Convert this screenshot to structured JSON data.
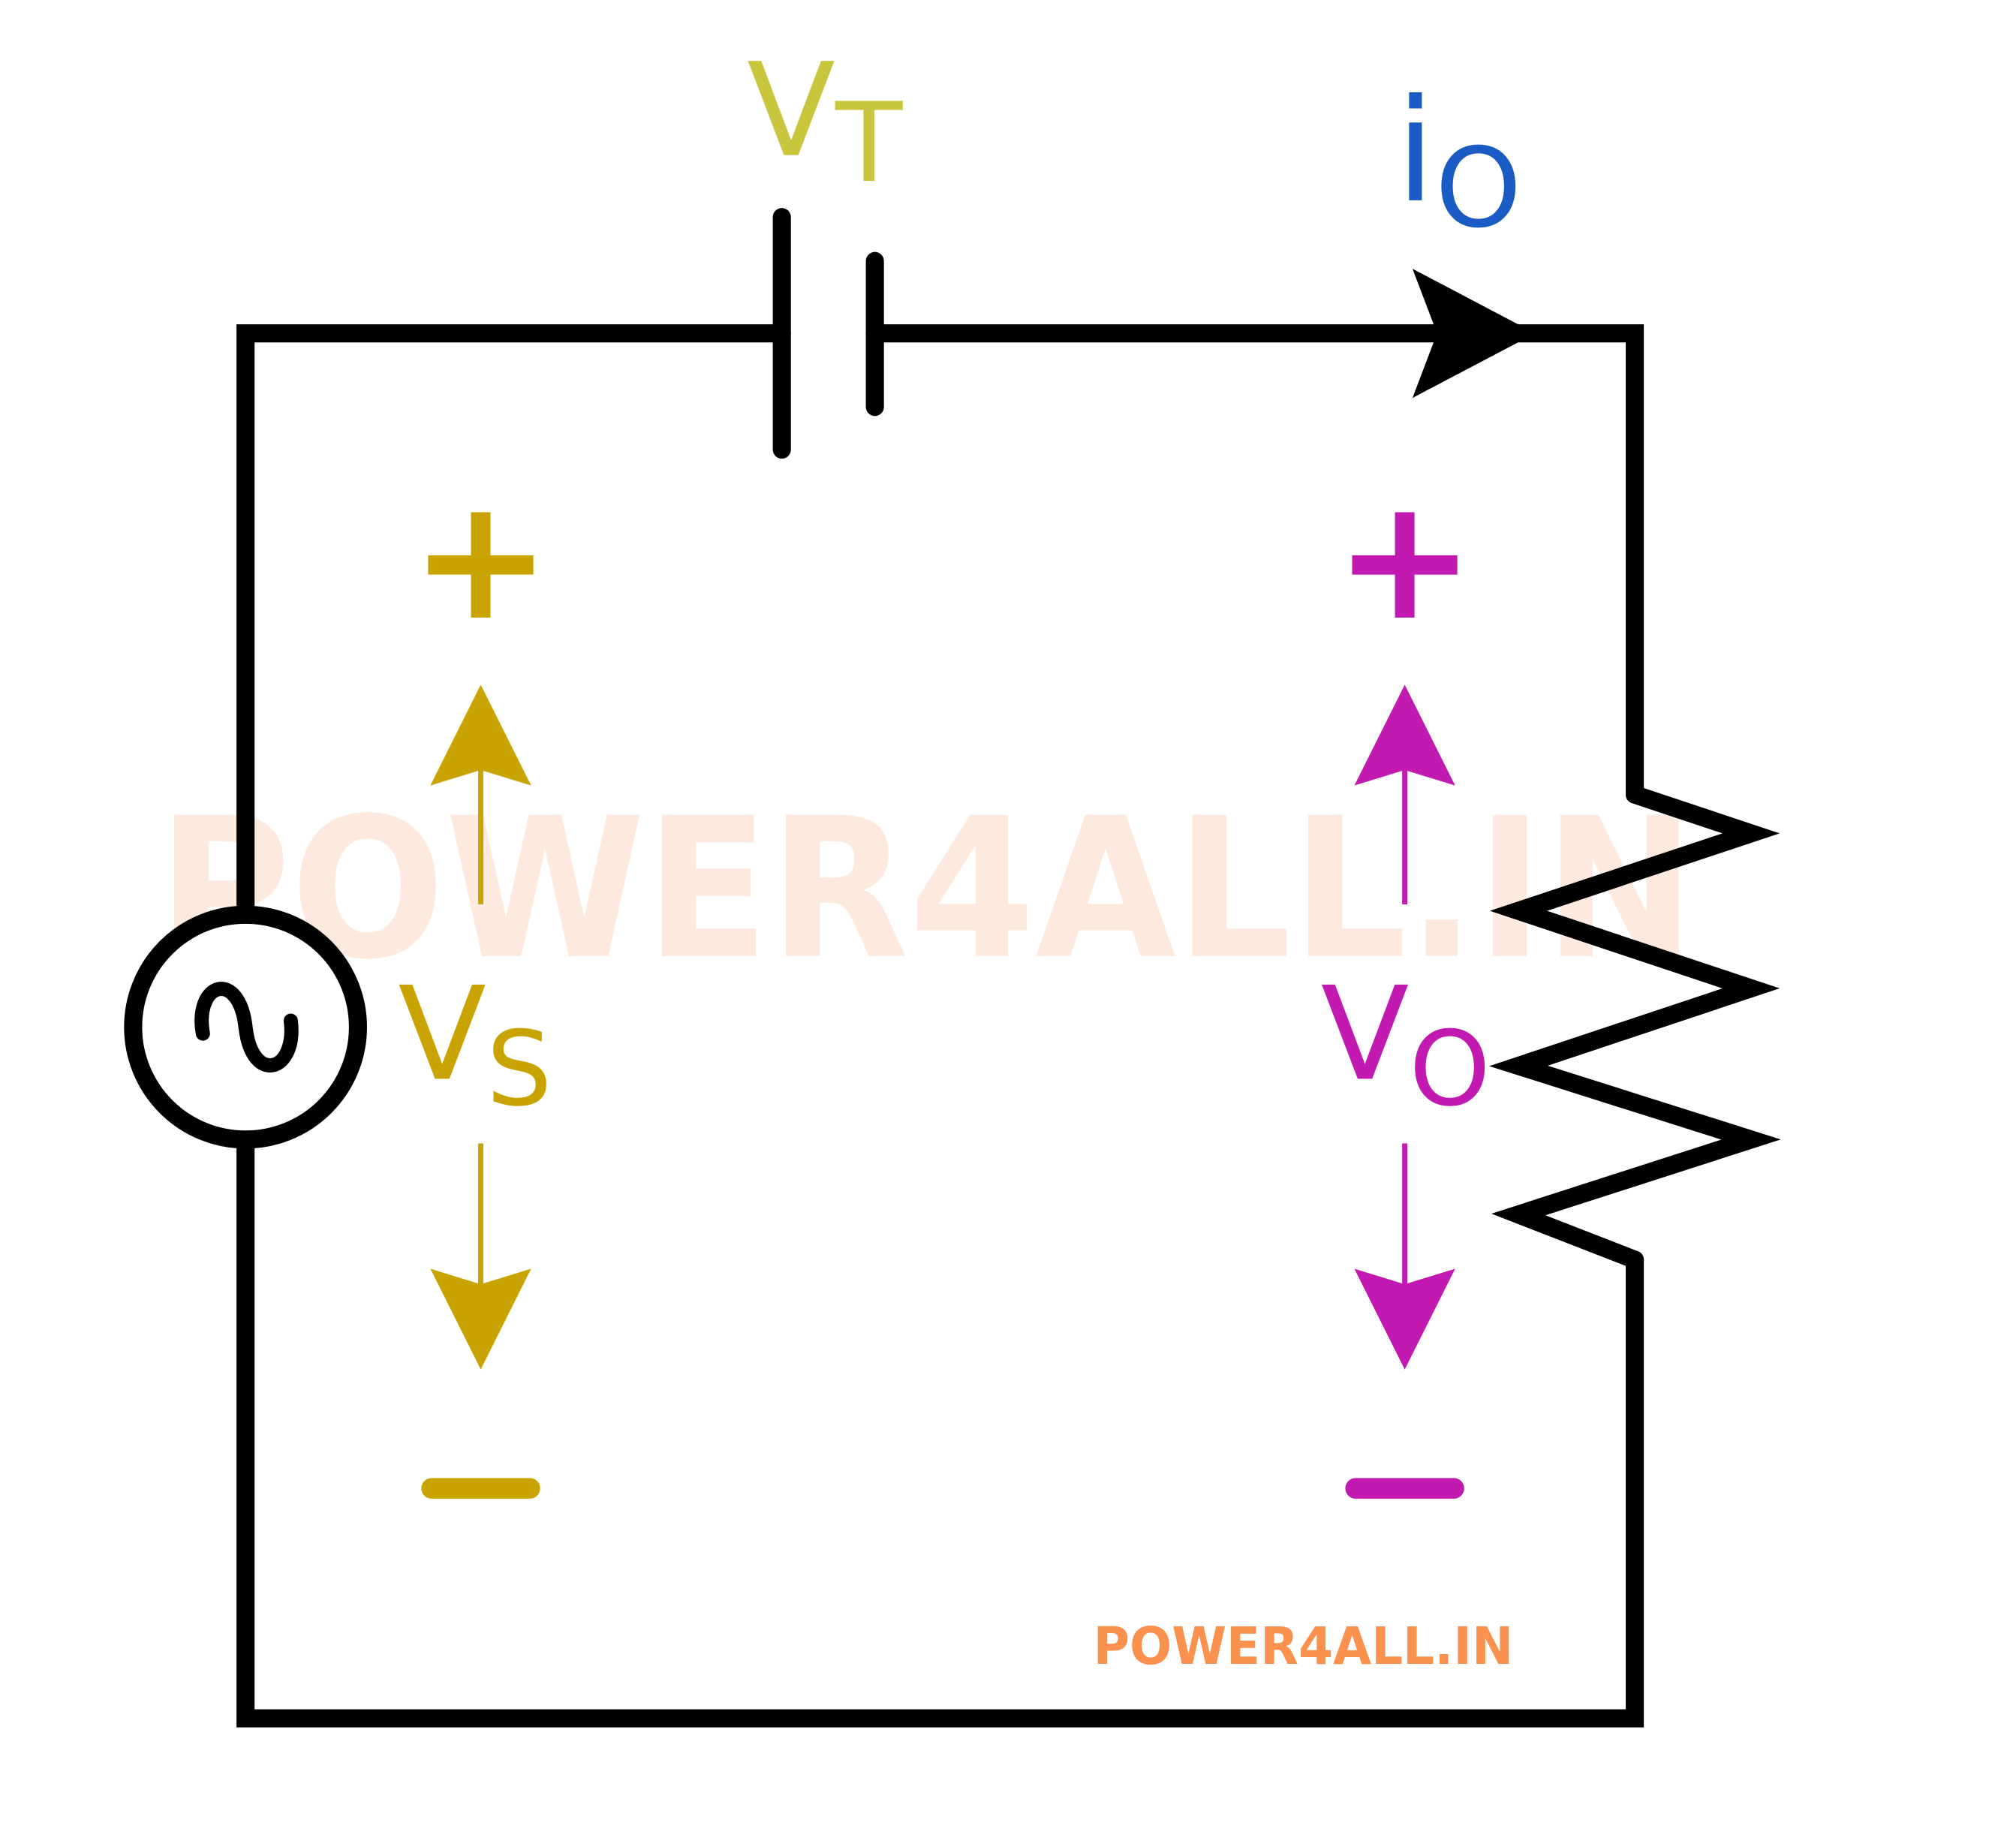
{
  "diagram": {
    "title": "AC source with series DC voltage and resistive load",
    "labels": {
      "vt": {
        "main": "V",
        "sub": "T"
      },
      "io": {
        "main": "i",
        "sub": "O"
      },
      "vs": {
        "main": "V",
        "sub": "S",
        "plus": "+",
        "minus": "−"
      },
      "vo": {
        "main": "V",
        "sub": "O",
        "plus": "+",
        "minus": "−"
      }
    },
    "watermark": "POWER4ALL.IN",
    "footer_watermark": "POWER4ALL.IN",
    "colors": {
      "wire": "#000000",
      "vt": "#c9c53c",
      "io": "#1a5cc4",
      "vs": "#c9a300",
      "vo": "#c21ab0",
      "watermark": "#fde6d8",
      "footer_watermark": "#fb914f"
    }
  }
}
